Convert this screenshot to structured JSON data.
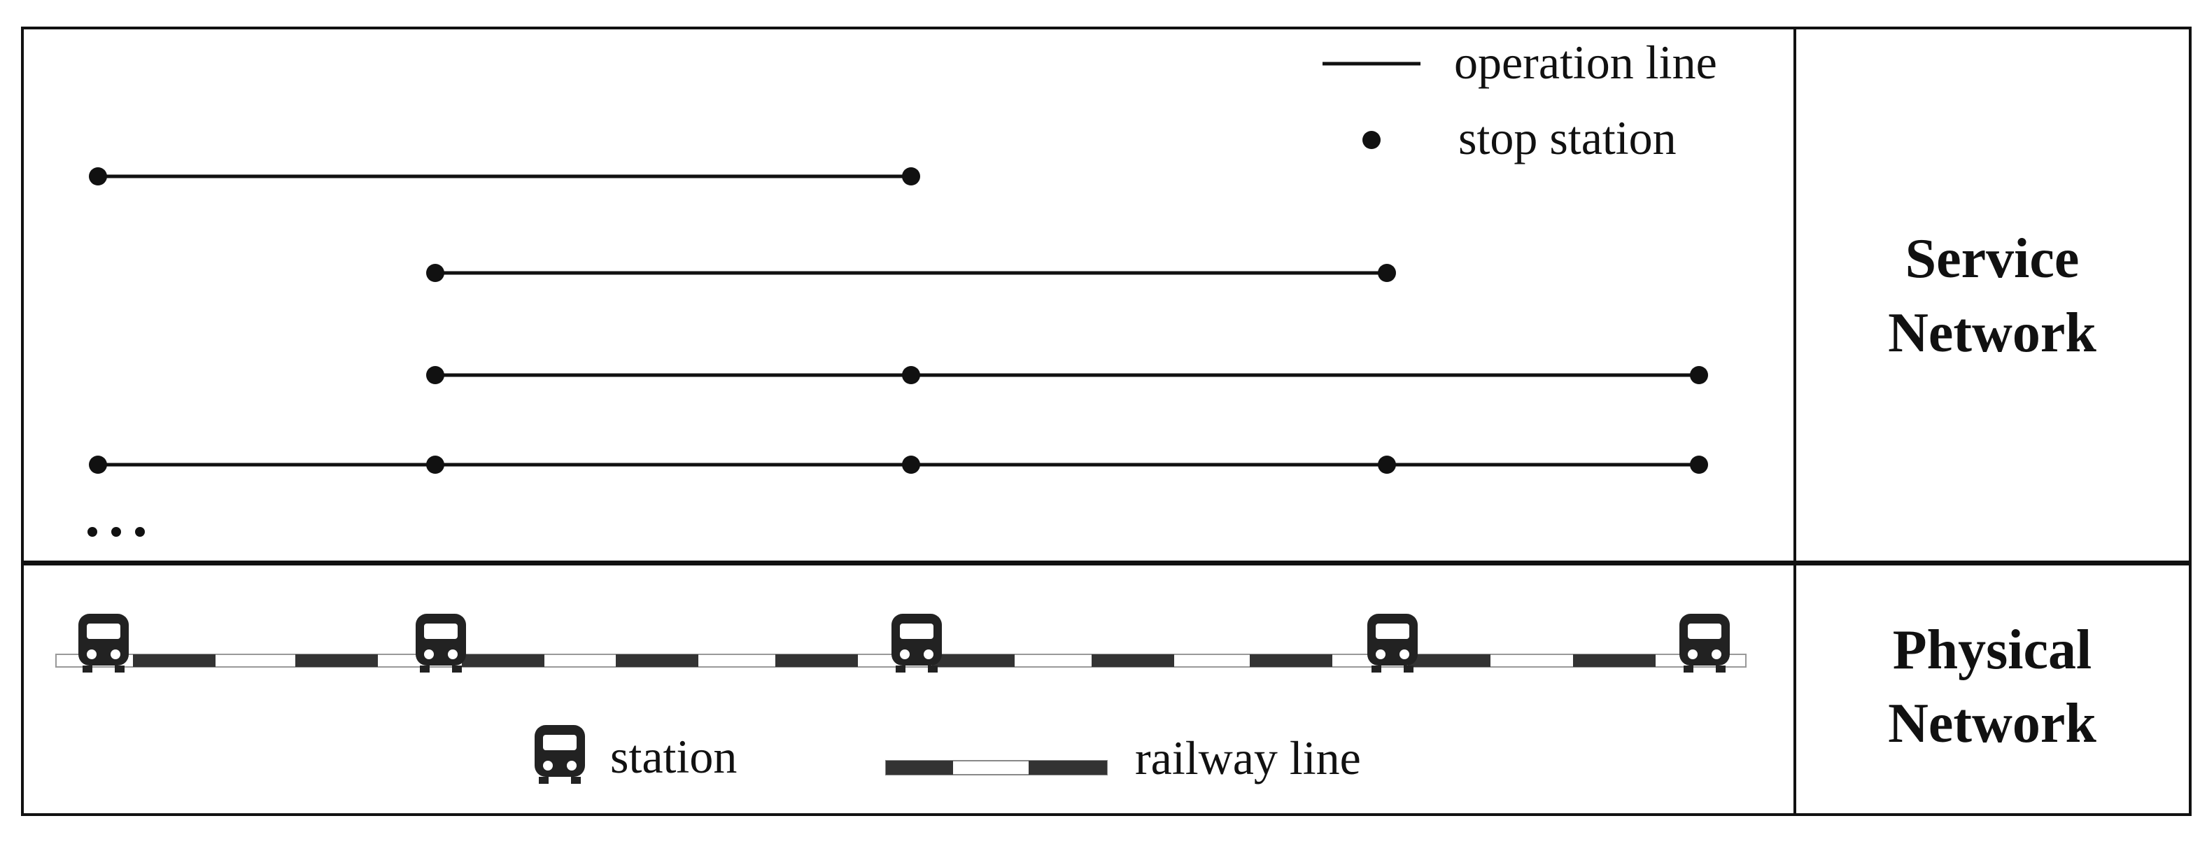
{
  "service_network": {
    "label_line1": "Service",
    "label_line2": "Network",
    "legend": {
      "operation_line_label": "operation line",
      "stop_station_label": "stop station"
    },
    "ellipsis": "...",
    "operation_lines": [
      {
        "from_station": 1,
        "to_station": 3,
        "stops": [
          1,
          3
        ]
      },
      {
        "from_station": 2,
        "to_station": 4,
        "stops": [
          2,
          4
        ]
      },
      {
        "from_station": 2,
        "to_station": 5,
        "stops": [
          2,
          3,
          5
        ]
      },
      {
        "from_station": 1,
        "to_station": 5,
        "stops": [
          1,
          2,
          3,
          4,
          5
        ]
      }
    ]
  },
  "physical_network": {
    "label_line1": "Physical",
    "label_line2": "Network",
    "station_count": 5,
    "legend": {
      "station_label": "station",
      "railway_line_label": "railway line"
    }
  },
  "colors": {
    "ink": "#111111",
    "rail_dark": "#333333",
    "rail_light": "#ffffff",
    "border": "#111111"
  },
  "icons": {
    "station": "train-icon"
  }
}
